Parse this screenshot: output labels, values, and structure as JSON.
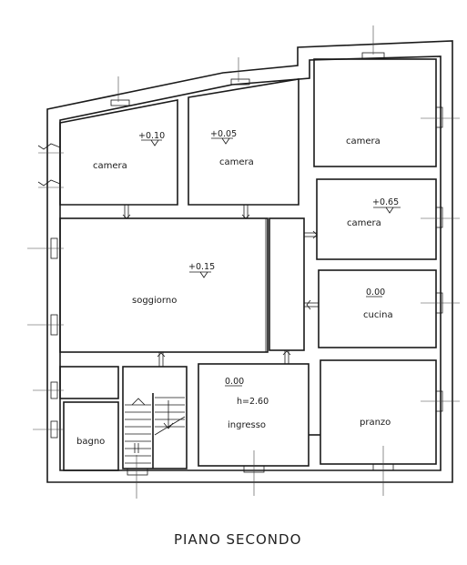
{
  "title": "PIANO SECONDO",
  "rooms": {
    "camera_nw": {
      "name": "camera",
      "level": "+0.10"
    },
    "camera_nm": {
      "name": "camera",
      "level": "+0.05"
    },
    "camera_ne": {
      "name": "camera"
    },
    "camera_e": {
      "name": "camera",
      "level": "+0.65"
    },
    "soggiorno": {
      "name": "soggiorno",
      "level": "+0.15"
    },
    "cucina": {
      "name": "cucina",
      "level": "0.00"
    },
    "ingresso": {
      "name": "ingresso",
      "level": "0.00",
      "height": "h=2.60"
    },
    "pranzo": {
      "name": "pranzo"
    },
    "bagno": {
      "name": "bagno"
    }
  }
}
